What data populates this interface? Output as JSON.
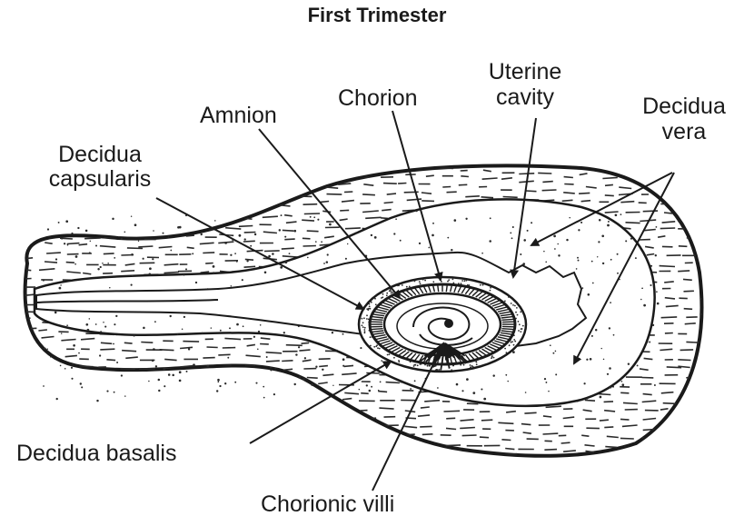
{
  "title": "First Trimester",
  "labels": {
    "amnion": "Amnion",
    "chorion": "Chorion",
    "uterine_cavity_1": "Uterine",
    "uterine_cavity_2": "cavity",
    "decidua_vera_1": "Decidua",
    "decidua_vera_2": "vera",
    "decidua_capsularis_1": "Decidua",
    "decidua_capsularis_2": "capsularis",
    "decidua_basalis": "Decidua basalis",
    "chorionic_villi": "Chorionic villi"
  }
}
